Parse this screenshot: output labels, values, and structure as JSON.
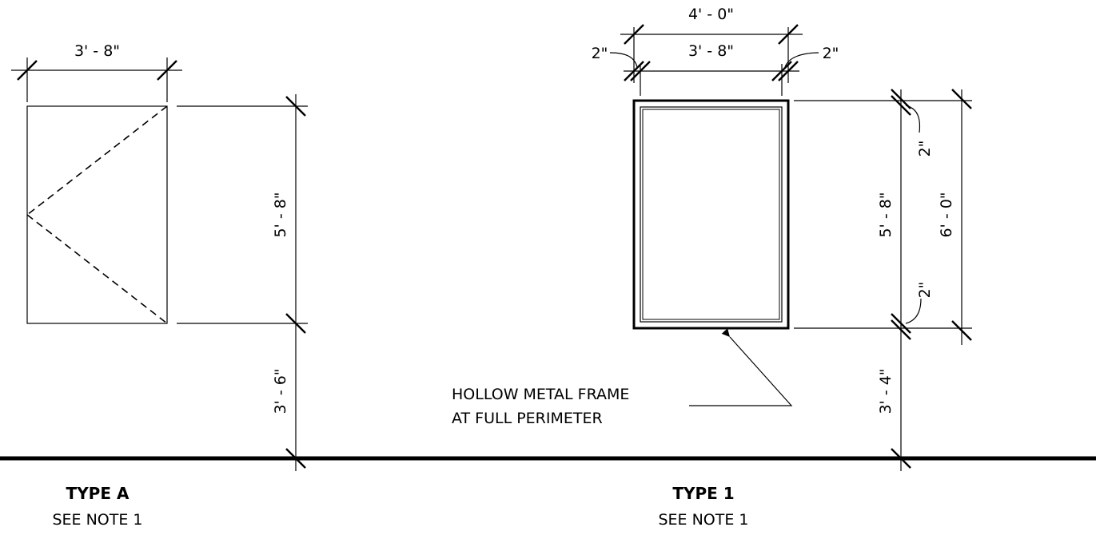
{
  "type_a": {
    "title": "TYPE A",
    "note": "SEE NOTE 1",
    "width_dim": "3' - 8\"",
    "height_dim": "5' - 8\"",
    "sill_dim": "3' - 6\""
  },
  "type_1": {
    "title": "TYPE 1",
    "note": "SEE NOTE 1",
    "overall_width_dim": "4' - 0\"",
    "opening_width_dim": "3' - 8\"",
    "left_frame_dim": "2\"",
    "right_frame_dim": "2\"",
    "opening_height_dim": "5' - 8\"",
    "overall_height_dim": "6' - 0\"",
    "top_frame_dim": "2\"",
    "bottom_frame_dim": "2\"",
    "sill_dim": "3' - 4\"",
    "callout_line1": "HOLLOW METAL FRAME",
    "callout_line2": "AT FULL PERIMETER"
  }
}
